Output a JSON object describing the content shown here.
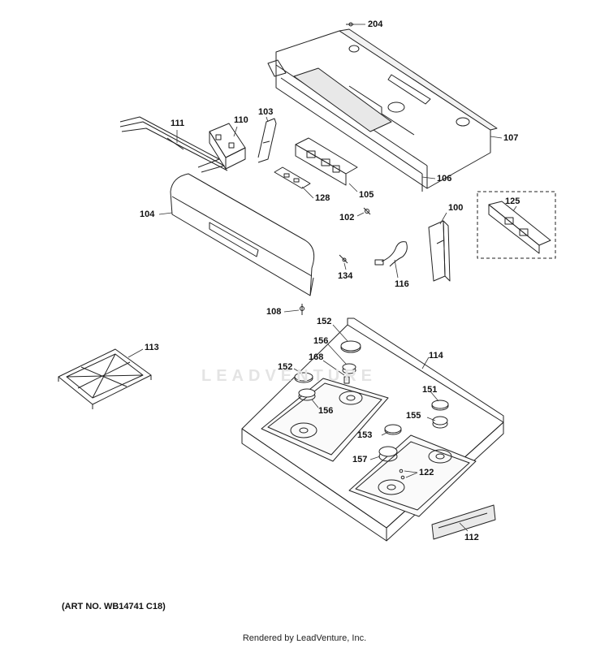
{
  "diagram": {
    "watermark": "LEADVENTURE",
    "art_number": "(ART NO. WB14741 C18)",
    "footer": "Rendered by LeadVenture, Inc.",
    "callouts": {
      "c204": "204",
      "c107": "107",
      "c111": "111",
      "c110": "110",
      "c103": "103",
      "c106": "106",
      "c128": "128",
      "c105": "105",
      "c102": "102",
      "c125": "125",
      "c104": "104",
      "c100": "100",
      "c134": "134",
      "c116": "116",
      "c108": "108",
      "c113": "113",
      "c152a": "152",
      "c156a": "156",
      "c168": "168",
      "c152b": "152",
      "c114": "114",
      "c156b": "156",
      "c151": "151",
      "c155": "155",
      "c153": "153",
      "c157": "157",
      "c122": "122",
      "c112": "112"
    }
  }
}
